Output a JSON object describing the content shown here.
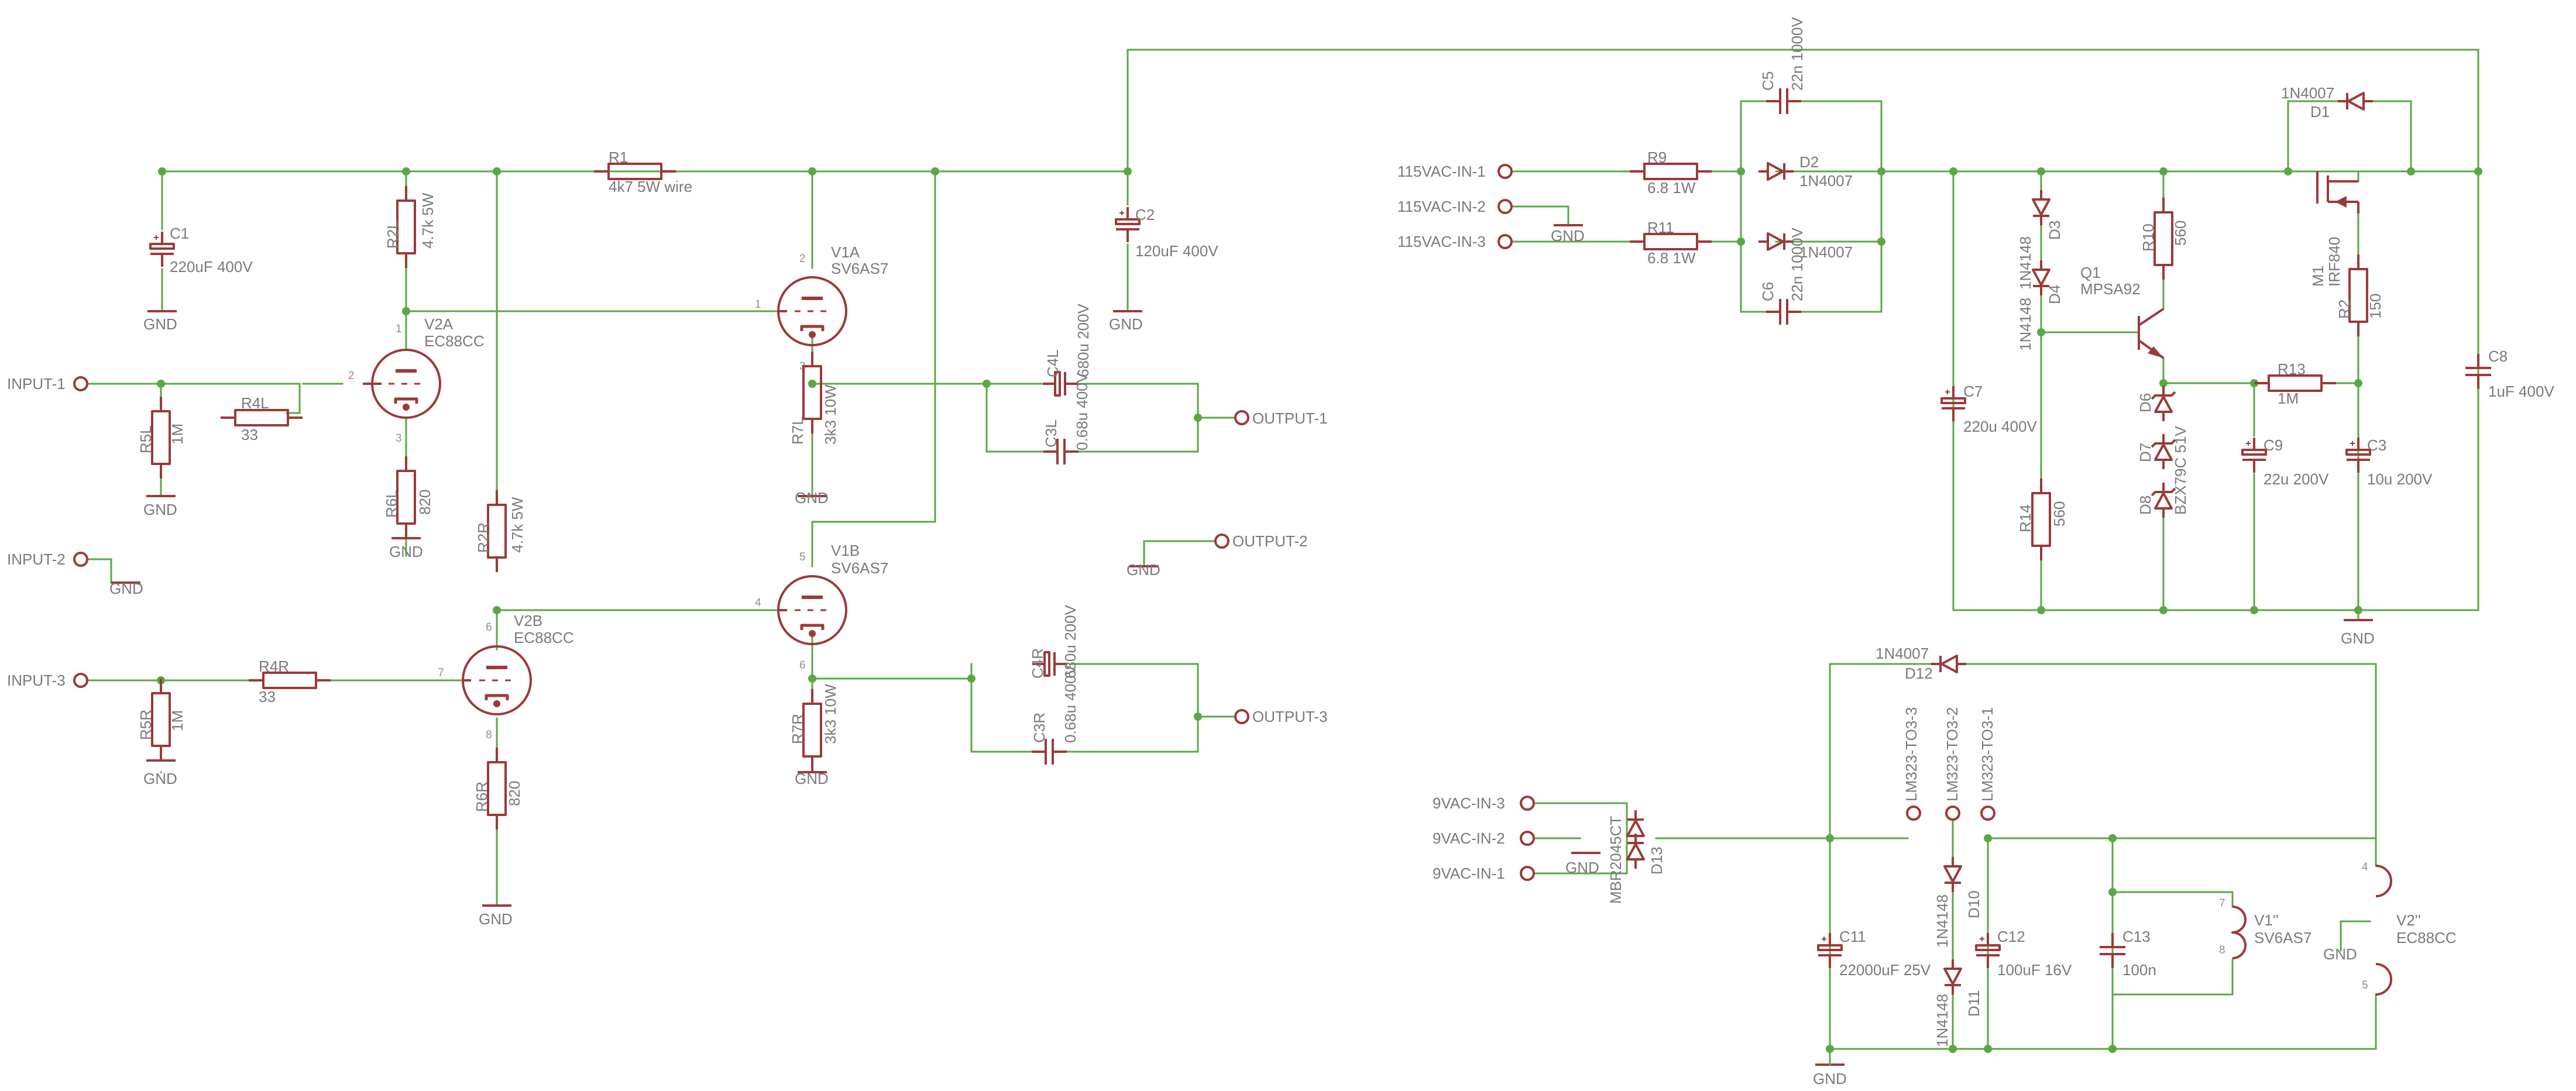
{
  "colors": {
    "wire": "#5aa845",
    "part": "#9b3a3a",
    "label": "#7a7a7a",
    "background": "#ffffff"
  },
  "labels": {
    "r1_name": "R1",
    "r1_value": "4k7 5W wire",
    "c1_name": "C1",
    "c1_value": "220uF 400V",
    "c2_name": "C2",
    "c2_value": "120uF 400V",
    "r2l_name": "R2L",
    "r2l_value": "4.7k 5W",
    "r2r_name": "R2R",
    "r2r_value": "4.7k 5W",
    "v2a_name": "V2A",
    "v2a_value": "EC88CC",
    "v2b_name": "V2B",
    "v2b_value": "EC88CC",
    "v1a_name": "V1A",
    "v1a_value": "SV6AS7",
    "v1b_name": "V1B",
    "v1b_value": "SV6AS7",
    "r4l_name": "R4L",
    "r4l_value": "33",
    "r4r_name": "R4R",
    "r4r_value": "33",
    "r5l_name": "R5L",
    "r5l_value": "1M",
    "r5r_name": "R5R",
    "r5r_value": "1M",
    "r6l_name": "R6L",
    "r6l_value": "820",
    "r6r_name": "R6R",
    "r6r_value": "820",
    "r7l_name": "R7L",
    "r7l_value": "3k3 10W",
    "r7r_name": "R7R",
    "r7r_value": "3k3 10W",
    "c4l_name": "C4L",
    "c4l_value": "680u 200V",
    "c4r_name": "C4R",
    "c4r_value": "680u 200V",
    "c3l_name": "C3L",
    "c3l_value": "0.68u 400V",
    "c3r_name": "C3R",
    "c3r_value": "0.68u 400V",
    "input_1": "INPUT-1",
    "input_2": "INPUT-2",
    "input_3": "INPUT-3",
    "output_1": "OUTPUT-1",
    "output_2": "OUTPUT-2",
    "output_3": "OUTPUT-3",
    "gnd": "GND",
    "vac_in_1": "115VAC-IN-1",
    "vac_in_2": "115VAC-IN-2",
    "vac_in_3": "115VAC-IN-3",
    "r9_name": "R9",
    "r9_value": "6.8 1W",
    "r11_name": "R11",
    "r11_value": "6.8 1W",
    "c5_name": "C5",
    "c5_value": "22n 1000V",
    "c6_name": "C6",
    "c6_value": "22n 1000V",
    "d2_name": "D2",
    "d2_value": "1N4007",
    "d4007_value": "1N4007",
    "c7_name": "C7",
    "c7_value": "220u 400V",
    "d3_name": "D3",
    "d3_value": "1N4148",
    "d4_name": "D4",
    "d4_value": "1N4148",
    "r14_name": "R14",
    "r14_value": "560",
    "r10_name": "R10",
    "r10_value": "560",
    "q1_name": "Q1",
    "q1_value": "MPSA92",
    "d6_name": "D6",
    "d7_name": "D7",
    "d8_name": "D8",
    "zener_value": "BZX79C 51V",
    "r13_name": "R13",
    "r13_value": "1M",
    "c9_name": "C9",
    "c9_value": "22u 200V",
    "c3_name": "C3",
    "c3_value": "10u 200V",
    "m1_name": "M1",
    "m1_value": "IRF840",
    "r2_name": "R2",
    "r2_value": "150",
    "d1_name": "D1",
    "d1_value": "1N4007",
    "c8_name": "C8",
    "c8_value": "1uF 400V",
    "d12_name": "D12",
    "d12_value": "1N4007",
    "lm323_1": "LM323-TO3-1",
    "lm323_2": "LM323-TO3-2",
    "lm323_3": "LM323-TO3-3",
    "vac9_in_1": "9VAC-IN-1",
    "vac9_in_2": "9VAC-IN-2",
    "vac9_in_3": "9VAC-IN-3",
    "d13_name": "D13",
    "d13_value": "MBR2045CT",
    "d10_name": "D10",
    "d10_value": "1N4148",
    "d11_name": "D11",
    "d11_value": "1N4148",
    "c11_name": "C11",
    "c11_value": "22000uF 25V",
    "c12_name": "C12",
    "c12_value": "100uF 16V",
    "c13_name": "C13",
    "c13_value": "100n",
    "v1h_name": "V1''",
    "v1h_value": "SV6AS7",
    "v2h_name": "V2''",
    "v2h_value": "EC88CC",
    "pin_1": "1",
    "pin_2": "2",
    "pin_3": "3",
    "pin_4": "4",
    "pin_5": "5",
    "pin_6": "6",
    "pin_7": "7",
    "pin_8": "8"
  }
}
